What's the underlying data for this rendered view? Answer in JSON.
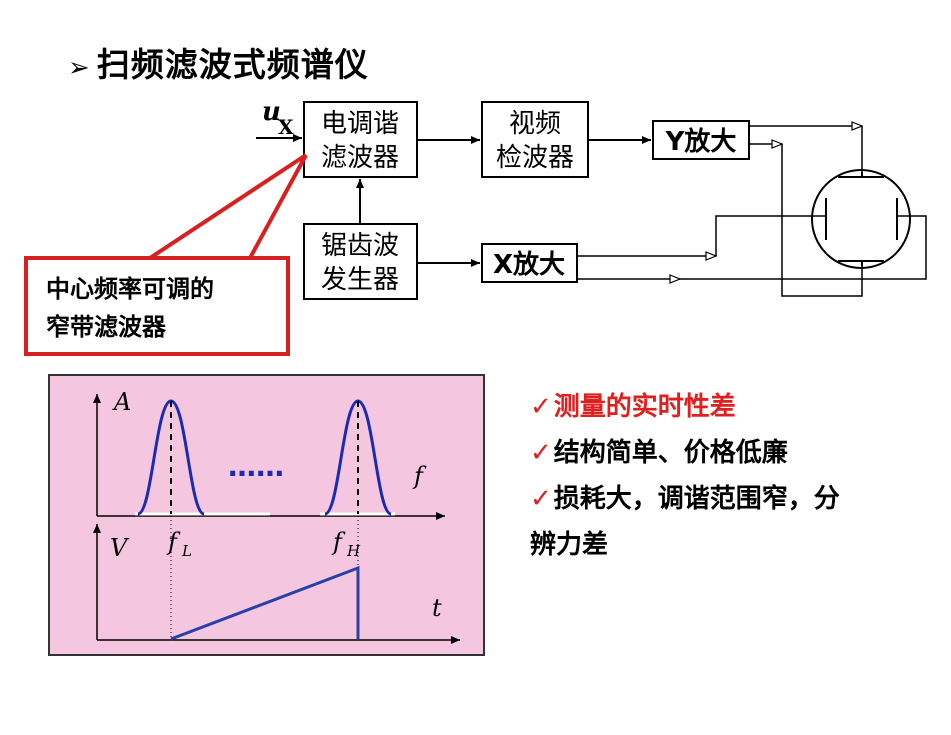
{
  "title": "扫频滤波式频谱仪",
  "title_bullet": "➢",
  "blocks": {
    "tuned_filter": [
      "电调谐",
      "滤波器"
    ],
    "video_detector": [
      "视频",
      "检波器"
    ],
    "y_amp": "Y放大",
    "sawtooth_gen": [
      "锯齿波",
      "发生器"
    ],
    "x_amp": "X放大"
  },
  "input_label": {
    "main": "u",
    "sub": "X"
  },
  "callout": [
    "中心频率可调的",
    "窄带滤波器"
  ],
  "waveform": {
    "top_axis_y": "A",
    "top_axis_x": "f",
    "ellipsis": "……",
    "marker_low": {
      "main": "f",
      "sub": "L"
    },
    "marker_high": {
      "main": "f",
      "sub": "H"
    },
    "bottom_axis_y": "V",
    "bottom_axis_x": "t"
  },
  "features": [
    {
      "check": "✓",
      "text": "测量的实时性差",
      "highlight": true
    },
    {
      "check": "✓",
      "text": "结构简单、价格低廉",
      "highlight": false
    },
    {
      "check": "✓",
      "text": "损耗大，调谐范围窄，分",
      "highlight": false
    },
    {
      "check": "",
      "text": "辨力差",
      "highlight": false
    }
  ],
  "colors": {
    "callout_border": "#d72020",
    "panel_bg": "#f5c6e0",
    "curve": "#1a2bb0",
    "ramp": "#2a3fa8",
    "check": "#e0201e"
  }
}
